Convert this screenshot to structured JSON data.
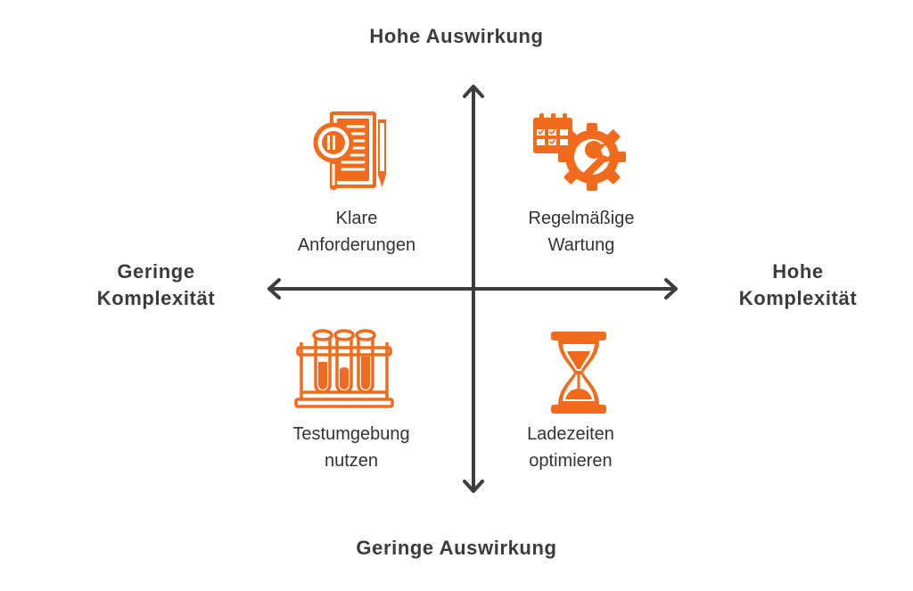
{
  "axes": {
    "top": "Hohe Auswirkung",
    "bottom": "Geringe Auswirkung",
    "left_line1": "Geringe",
    "left_line2": "Komplexität",
    "right_line1": "Hohe",
    "right_line2": "Komplexität"
  },
  "quadrants": {
    "top_left": {
      "line1": "Klare",
      "line2": "Anforderungen",
      "icon": "document-magnifier-icon"
    },
    "top_right": {
      "line1": "Regelmäßige",
      "line2": "Wartung",
      "icon": "calendar-gear-wrench-icon"
    },
    "bottom_left": {
      "line1": "Testumgebung",
      "line2": "nutzen",
      "icon": "test-tubes-icon"
    },
    "bottom_right": {
      "line1": "Ladezeiten",
      "line2": "optimieren",
      "icon": "hourglass-icon"
    }
  },
  "colors": {
    "accent": "#f26b1d",
    "axis": "#3d3d3d",
    "text": "#333333"
  }
}
